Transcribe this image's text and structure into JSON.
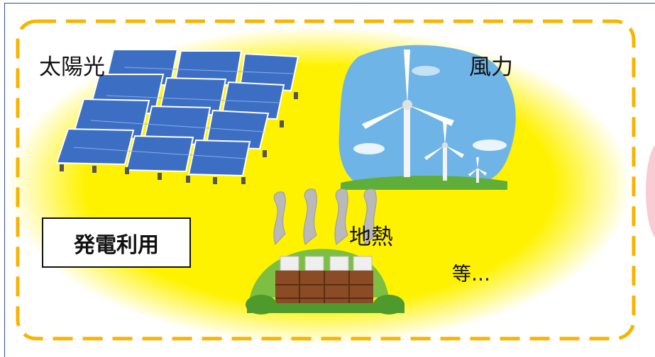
{
  "labels": {
    "solar": "太陽光",
    "wind": "風力",
    "geothermal": "地熱",
    "etc": "等…",
    "power_generation": "発電利用"
  },
  "colors": {
    "ellipse": "#fff200",
    "dashed_border": "#f7b500",
    "panel": "#3c6fc4",
    "sky": "#6fb4e6",
    "grass": "#5fae3a",
    "building": "#8a4b25"
  },
  "icons": [
    "solar-panel-icon",
    "wind-turbine-icon",
    "geothermal-plant-icon"
  ]
}
